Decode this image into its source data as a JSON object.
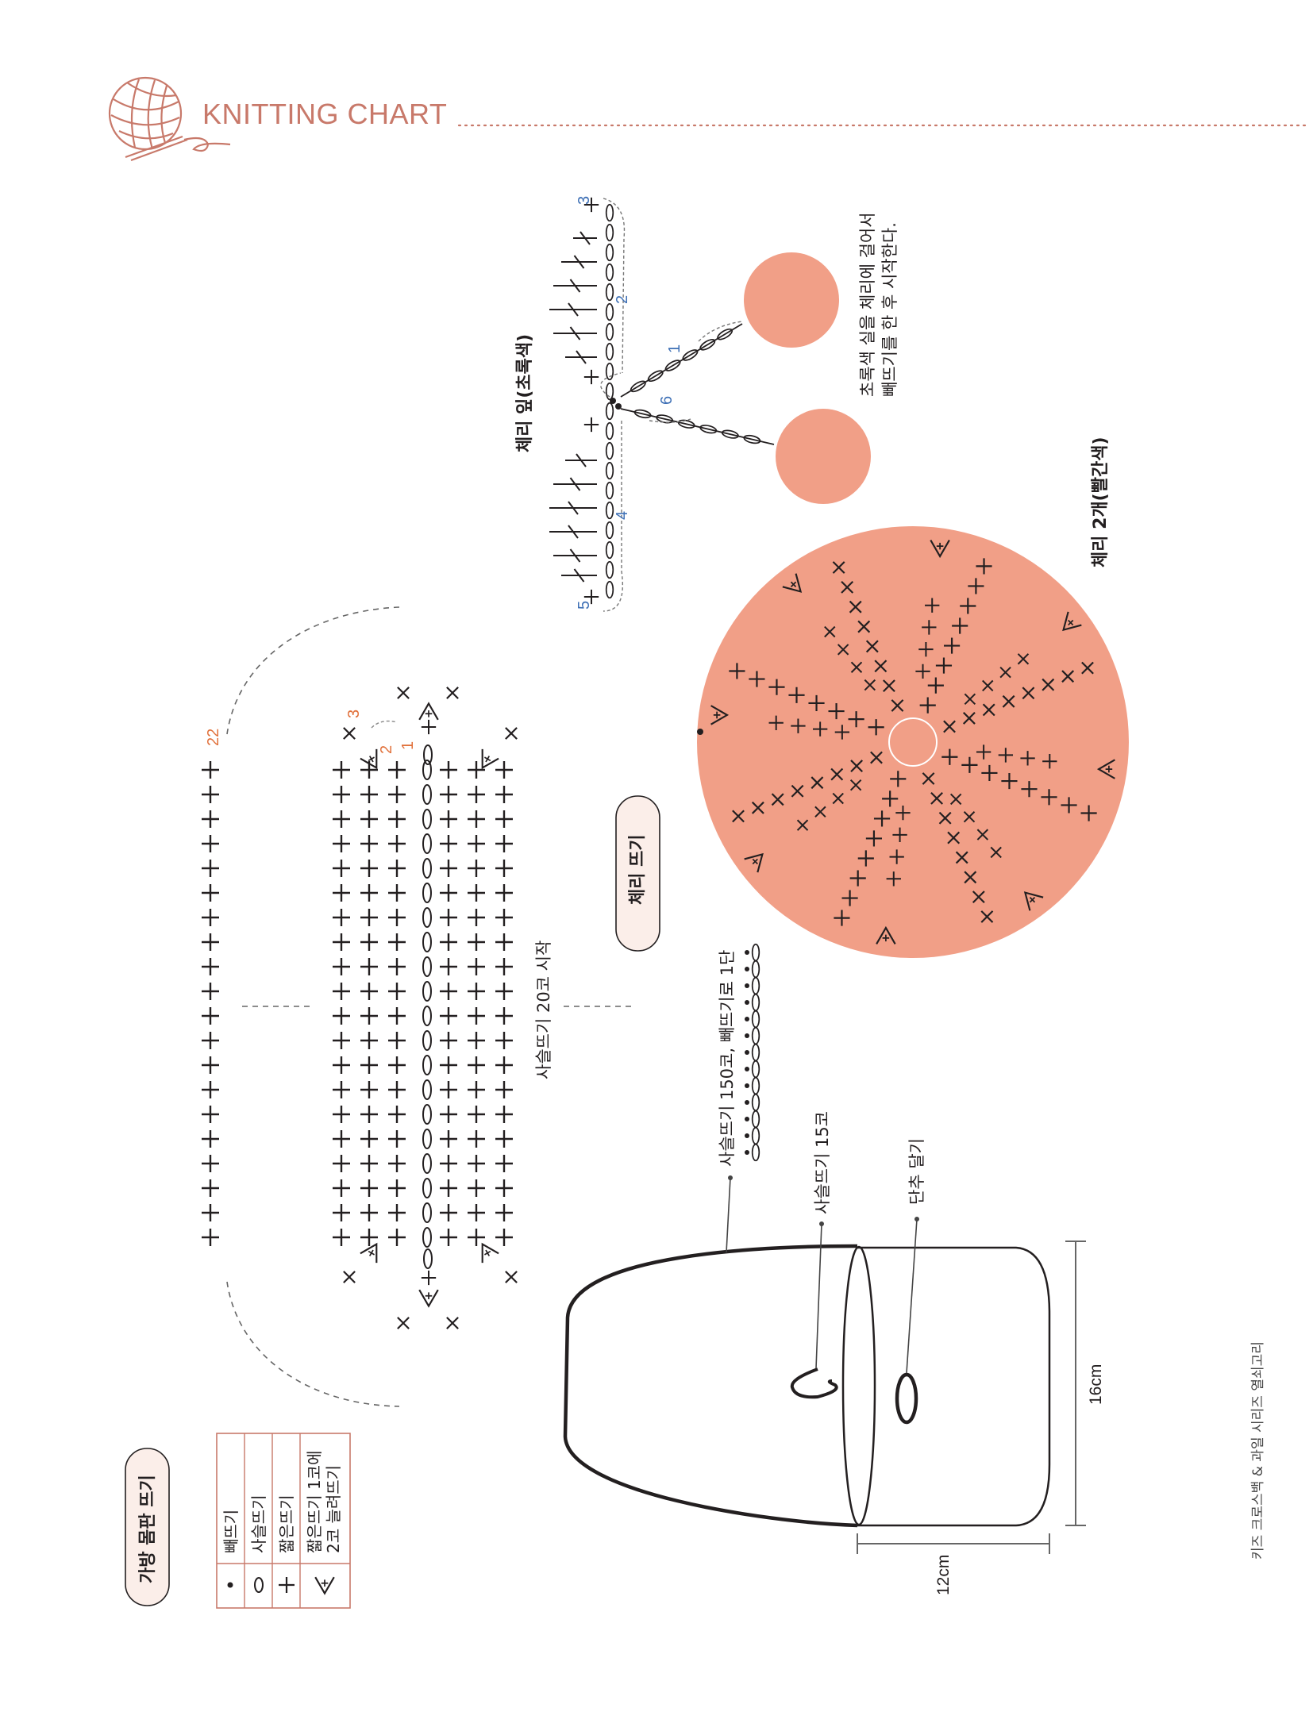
{
  "header": {
    "title": "KNITTING CHART"
  },
  "colors": {
    "accent": "#c8796a",
    "cherry": "#f19f87",
    "ink": "#231f20",
    "orange_num": "#e1703a",
    "blue_num": "#3d6fb5"
  },
  "sections": {
    "bag_body": "가방 몸판 뜨기",
    "cherry_knit": "체리 뜨기",
    "cherry_leaf": "체리 잎(초록색)",
    "cherry_two": "체리 2개(빨간색)"
  },
  "bag_chart": {
    "start_note": "사슬뜨기 20코 시작",
    "round_labels": [
      "22",
      "3",
      "2",
      "1"
    ]
  },
  "leaf_chart": {
    "round_labels": [
      "3",
      "2",
      "1",
      "6",
      "4",
      "5"
    ],
    "note_line1": "초록색 실을 체리에 걸어서",
    "note_line2": "빼뜨기를 한 후 시작한다."
  },
  "assembly": {
    "strap_note": "사슬뜨기 150코, 빼뜨기로 1단",
    "loop_note": "사슬뜨기 15코",
    "button_note": "단추 달기",
    "height": "16cm",
    "width": "12cm"
  },
  "legend": [
    {
      "symbol": "•",
      "label": "빼뜨기"
    },
    {
      "symbol": "0",
      "label": "사슬뜨기"
    },
    {
      "symbol": "+",
      "label": "짧은뜨기"
    },
    {
      "symbol": "⋎",
      "label": "짧은뜨기 1코에",
      "label2": "2코 늘려뜨기"
    }
  ],
  "footer": {
    "series": "키즈 크로스백 & 과일 시리즈 열쇠고리"
  }
}
